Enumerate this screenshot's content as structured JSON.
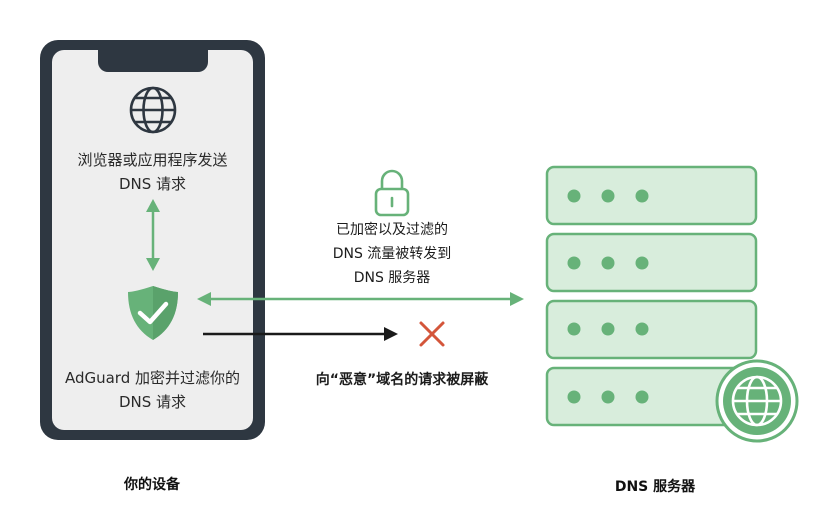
{
  "phone": {
    "line1": "浏览器或应用程序发送",
    "line2": "DNS 请求",
    "adguard_line1": "AdGuard 加密并过滤你的",
    "adguard_line2": "DNS 请求"
  },
  "middle": {
    "line1": "已加密以及过滤的",
    "line2": "DNS 流量被转发到",
    "line3": "DNS 服务器",
    "blocked": "向“恶意”域名的请求被屏蔽"
  },
  "captions": {
    "device": "你的设备",
    "server": "DNS 服务器"
  },
  "colors": {
    "green": "#67b279",
    "green_light": "#d8eddc",
    "phone_frame": "#2e3741",
    "phone_screen": "#eeeeee",
    "black_arrow": "#1a1a1a",
    "red_x": "#d4553a"
  },
  "icons": [
    "globe-icon",
    "shield-check-icon",
    "lock-icon",
    "cross-icon",
    "server-globe-icon"
  ]
}
